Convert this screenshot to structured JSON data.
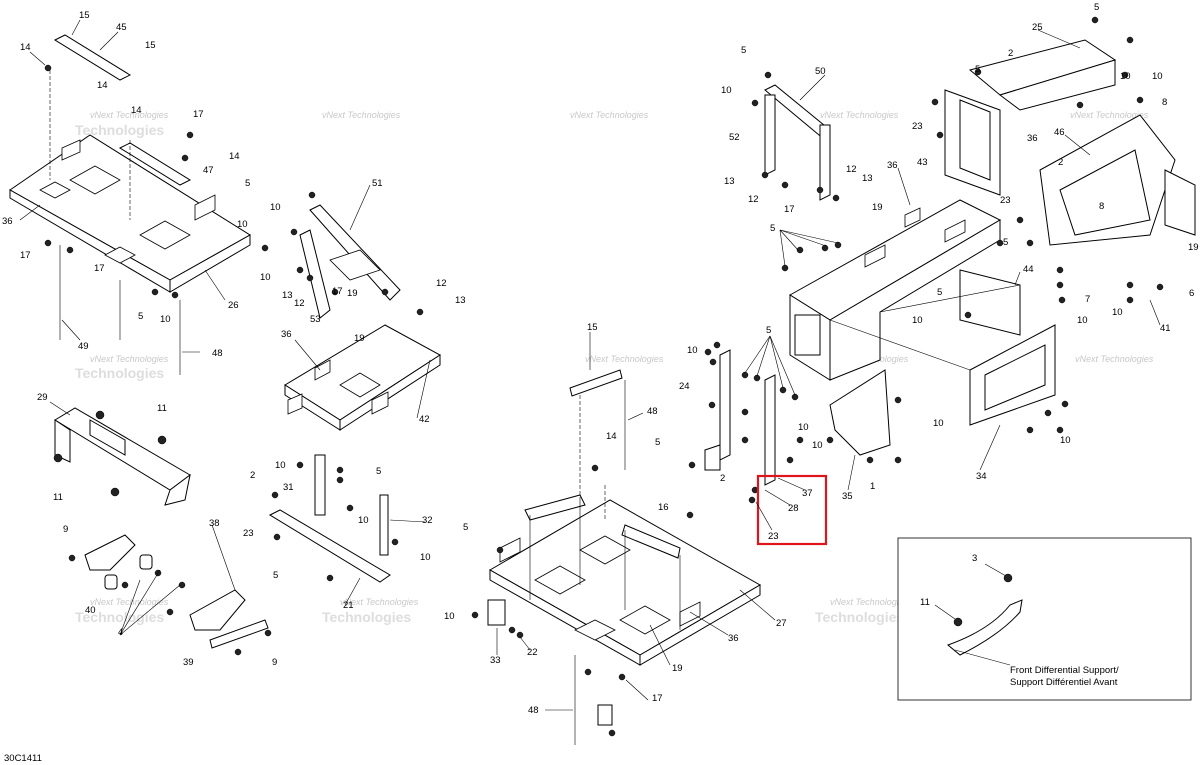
{
  "diagram": {
    "drawing_code": "30C1411",
    "watermark": {
      "line1": "vNext Technologies",
      "line2": "Technologies"
    },
    "inset_caption": {
      "line1": "Front Differential Support/",
      "line2": "Support Différentiel Avant"
    },
    "highlight_color": "#e0141b",
    "highlighted_callouts": [
      "37",
      "28",
      "23"
    ],
    "callouts": {
      "c1": "15",
      "c2": "45",
      "c3": "14",
      "c4": "15",
      "c5": "14",
      "c6": "14",
      "c7": "17",
      "c8": "47",
      "c9": "14",
      "c10": "36",
      "c11": "17",
      "c12": "17",
      "c13": "5",
      "c14": "10",
      "c15": "10",
      "c16": "49",
      "c17": "48",
      "c18": "26",
      "c19": "5",
      "c20": "10",
      "c21": "51",
      "c22": "10",
      "c23": "19",
      "c24": "13",
      "c25": "12",
      "c26": "53",
      "c27": "17",
      "c28": "12",
      "c29": "13",
      "c30": "36",
      "c31": "19",
      "c32": "42",
      "c33": "29",
      "c34": "11",
      "c35": "11",
      "c36": "9",
      "c37": "38",
      "c38": "40",
      "c39": "4",
      "c40": "39",
      "c41": "9",
      "c42": "2",
      "c43": "10",
      "c44": "5",
      "c45": "31",
      "c46": "23",
      "c47": "10",
      "c48": "32",
      "c49": "10",
      "c50": "5",
      "c51": "21",
      "c52": "5",
      "c53": "50",
      "c54": "10",
      "c55": "52",
      "c56": "13",
      "c57": "12",
      "c58": "17",
      "c59": "12",
      "c60": "13",
      "c61": "5",
      "c62": "36",
      "c63": "43",
      "c64": "23",
      "c65": "19",
      "c66": "25",
      "c67": "5",
      "c68": "2",
      "c69": "5",
      "c70": "10",
      "c71": "8",
      "c72": "46",
      "c73": "36",
      "c74": "2",
      "c75": "23",
      "c76": "8",
      "c77": "5",
      "c78": "5",
      "c79": "19",
      "c80": "44",
      "c81": "7",
      "c82": "10",
      "c83": "41",
      "c84": "6",
      "c85": "15",
      "c86": "10",
      "c87": "5",
      "c88": "24",
      "c89": "48",
      "c90": "14",
      "c91": "5",
      "c92": "10",
      "c93": "10",
      "c94": "10",
      "c95": "1",
      "c96": "2",
      "c97": "37",
      "c98": "28",
      "c99": "23",
      "c100": "35",
      "c101": "34",
      "c102": "10",
      "c103": "16",
      "c104": "5",
      "c105": "27",
      "c106": "10",
      "c107": "33",
      "c108": "22",
      "c109": "36",
      "c110": "19",
      "c111": "17",
      "c112": "48",
      "c113": "3",
      "c114": "11",
      "c115": "10",
      "c116": "10",
      "c117": "10"
    }
  }
}
